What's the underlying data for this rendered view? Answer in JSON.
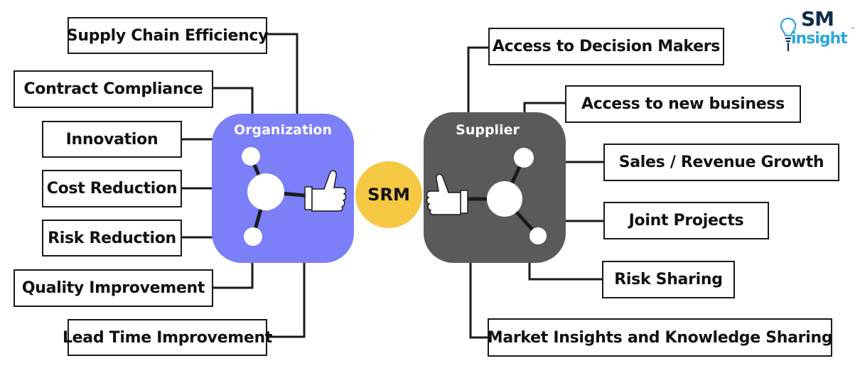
{
  "colors": {
    "organization": "#7b7ff8",
    "supplier": "#5a5a5a",
    "srm": "#f5c944",
    "line": "#1a1a1a",
    "logo_dark": "#0c2d4a",
    "logo_blue": "#2ba6de"
  },
  "center": {
    "label": "SRM"
  },
  "organization": {
    "title": "Organization",
    "icon": "network-nodes-icon",
    "hand_icon": "thumbs-up-icon",
    "items": [
      "Supply Chain Efficiency",
      "Contract Compliance",
      "Innovation",
      "Cost Reduction",
      "Risk Reduction",
      "Quality Improvement",
      "Lead Time Improvement"
    ]
  },
  "supplier": {
    "title": "Supplier",
    "icon": "network-nodes-icon",
    "hand_icon": "thumbs-up-icon",
    "items": [
      "Access to Decision Makers",
      "Access to new business",
      "Sales / Revenue Growth",
      "Joint Projects",
      "Risk Sharing",
      "Market Insights and Knowledge Sharing"
    ]
  },
  "logo": {
    "top": "SM",
    "bottom": "insight",
    "mark": "™",
    "icon": "lightbulb-icon"
  }
}
